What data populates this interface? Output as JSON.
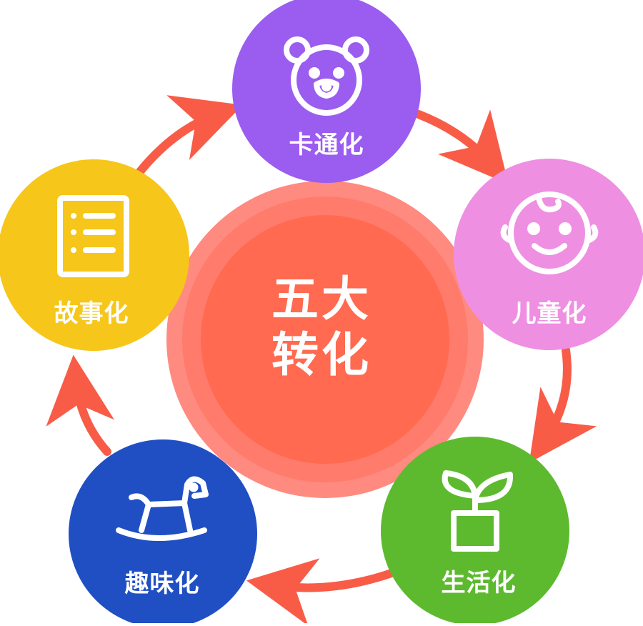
{
  "center": {
    "line1": "五大",
    "line2": "转化"
  },
  "nodes": [
    {
      "label": "卡通化",
      "icon": "bear-icon",
      "color": "#9b5cf0"
    },
    {
      "label": "儿童化",
      "icon": "baby-face-icon",
      "color": "#ee8fe2"
    },
    {
      "label": "生活化",
      "icon": "sprout-pot-icon",
      "color": "#5dba2f"
    },
    {
      "label": "趣味化",
      "icon": "rocking-horse-icon",
      "color": "#1f4fc3"
    },
    {
      "label": "故事化",
      "icon": "document-list-icon",
      "color": "#f6c61a"
    }
  ],
  "colors": {
    "center_outer": "#ff8a80",
    "center_mid": "#ff7b6c",
    "center_inner": "#ff6a50",
    "arrow": "#f85c47"
  }
}
